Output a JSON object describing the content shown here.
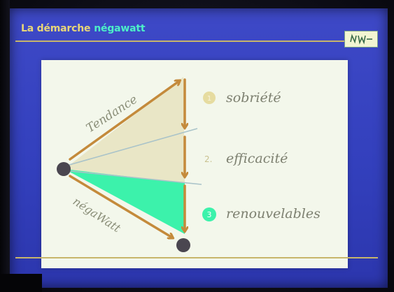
{
  "slide": {
    "title_part1": "La démarche",
    "title_part2": "négawatt"
  },
  "diagram": {
    "arrow_top_label": "Tendance",
    "arrow_bottom_label": "négaWatt",
    "steps": [
      {
        "number": "1",
        "label": "sobriété"
      },
      {
        "number": "2.",
        "label": "efficacité"
      },
      {
        "number": "3",
        "label": "renouvelables"
      }
    ]
  },
  "colors": {
    "screen_blue": "#3a45c4",
    "title_yellow": "#e8d678",
    "title_cyan": "#4cf0c8",
    "arrow_brown": "#c48a3b",
    "tendance_wedge": "#e8e6c4",
    "negawatt_green": "#3cf2ab",
    "dot": "#4a4650"
  }
}
